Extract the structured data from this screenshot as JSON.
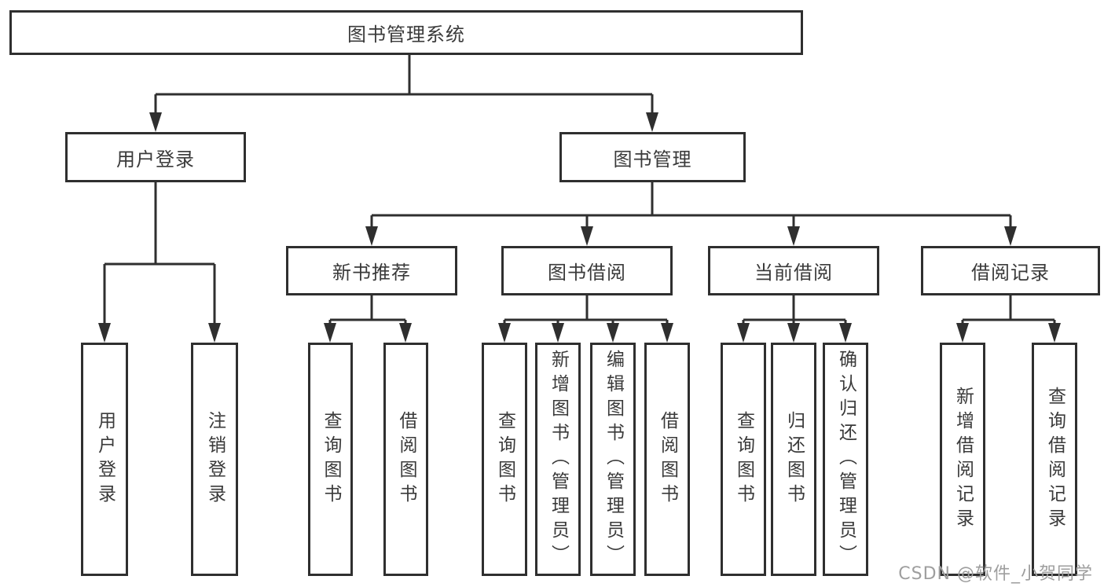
{
  "tree": {
    "root": {
      "label": "图书管理系统",
      "children": [
        {
          "label": "用户登录",
          "children": [
            {
              "label": "用户登录"
            },
            {
              "label": "注销登录"
            }
          ]
        },
        {
          "label": "图书管理",
          "children": [
            {
              "label": "新书推荐",
              "children": [
                {
                  "label": "查询图书"
                },
                {
                  "label": "借阅图书"
                }
              ]
            },
            {
              "label": "图书借阅",
              "children": [
                {
                  "label": "查询图书"
                },
                {
                  "label": "新增图书（管理员）"
                },
                {
                  "label": "编辑图书（管理员）"
                },
                {
                  "label": "借阅图书"
                }
              ]
            },
            {
              "label": "当前借阅",
              "children": [
                {
                  "label": "查询图书"
                },
                {
                  "label": "归还图书"
                },
                {
                  "label": "确认归还（管理员）"
                }
              ]
            },
            {
              "label": "借阅记录",
              "children": [
                {
                  "label": "新增借阅记录"
                },
                {
                  "label": "查询借阅记录"
                }
              ]
            }
          ]
        }
      ]
    }
  },
  "watermark": {
    "text": "CSDN @软件_小贺同学"
  },
  "colors": {
    "line": "#2f2f2f",
    "text": "#3a3a3a",
    "watermark": "#9e9e9e",
    "background": "#ffffff"
  }
}
